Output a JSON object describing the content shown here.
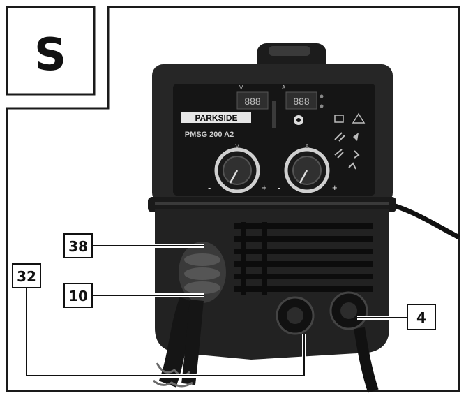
{
  "figure": {
    "section_letter": "S",
    "brand": "PARKSIDE",
    "model": "PMSG 200 A2",
    "display_left_label": "V",
    "display_right_label": "A",
    "display_left_value": "888",
    "display_right_value": "888",
    "knob_left_label": "V",
    "knob_right_label": "A",
    "knob_minus": "-",
    "knob_plus": "+",
    "callouts": [
      {
        "id": "38",
        "label": "38"
      },
      {
        "id": "32",
        "label": "32"
      },
      {
        "id": "10",
        "label": "10"
      },
      {
        "id": "4",
        "label": "4"
      }
    ]
  }
}
